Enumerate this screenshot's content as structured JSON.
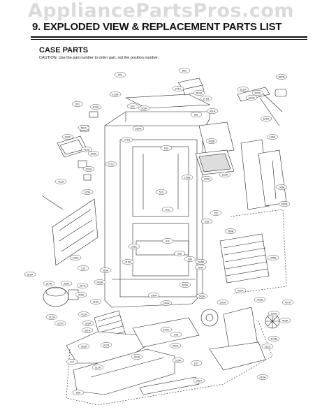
{
  "watermark": "AppliancePartsPros.com",
  "header": {
    "title": "9. EXPLODED VIEW & REPLACEMENT PARTS LIST",
    "section": "CASE PARTS",
    "caution": "CAUTION: Use the part number to order part, not the position number."
  },
  "callouts": [
    {
      "id": "601"
    },
    {
      "id": "603"
    },
    {
      "id": "687B"
    },
    {
      "id": "103B"
    },
    {
      "id": "604A"
    },
    {
      "id": "612A"
    },
    {
      "id": "271C"
    },
    {
      "id": "271B"
    },
    {
      "id": "620B"
    },
    {
      "id": "620C"
    },
    {
      "id": "620A"
    },
    {
      "id": "501"
    },
    {
      "id": "103A"
    },
    {
      "id": "602"
    },
    {
      "id": "520A"
    },
    {
      "id": "501F"
    },
    {
      "id": "610A"
    },
    {
      "id": "602"
    },
    {
      "id": "301A"
    },
    {
      "id": "126A"
    },
    {
      "id": "406C"
    },
    {
      "id": "271B"
    },
    {
      "id": "415D"
    },
    {
      "id": "606B"
    },
    {
      "id": "503A"
    },
    {
      "id": "500A"
    },
    {
      "id": "411A"
    },
    {
      "id": "271D"
    },
    {
      "id": "610"
    },
    {
      "id": "145B"
    },
    {
      "id": "135A"
    },
    {
      "id": "150A"
    },
    {
      "id": "515"
    },
    {
      "id": "145A"
    },
    {
      "id": "315A"
    },
    {
      "id": "511"
    },
    {
      "id": "252"
    },
    {
      "id": "280B"
    },
    {
      "id": "316"
    },
    {
      "id": "282B"
    },
    {
      "id": "208C"
    },
    {
      "id": "611"
    },
    {
      "id": "318"
    },
    {
      "id": "105A"
    },
    {
      "id": "315A"
    },
    {
      "id": "319"
    },
    {
      "id": "318A"
    },
    {
      "id": "606"
    },
    {
      "id": "606A"
    },
    {
      "id": "405B"
    },
    {
      "id": "315A"
    },
    {
      "id": "314A"
    },
    {
      "id": "305A"
    },
    {
      "id": "307A"
    },
    {
      "id": "409A"
    },
    {
      "id": "405A"
    },
    {
      "id": "290A"
    },
    {
      "id": "316A"
    },
    {
      "id": "312A"
    },
    {
      "id": "327A"
    },
    {
      "id": "411A"
    },
    {
      "id": "100A"
    },
    {
      "id": "321A"
    },
    {
      "id": "323A"
    },
    {
      "id": "240A"
    },
    {
      "id": "620A"
    },
    {
      "id": "502A"
    },
    {
      "id": "410A"
    },
    {
      "id": "620A"
    },
    {
      "id": "407A"
    },
    {
      "id": "403B"
    },
    {
      "id": "403A"
    },
    {
      "id": "202A"
    },
    {
      "id": "103C"
    },
    {
      "id": "315"
    },
    {
      "id": "317A"
    },
    {
      "id": "316A"
    },
    {
      "id": "310A"
    },
    {
      "id": "302A"
    },
    {
      "id": "303A"
    },
    {
      "id": "112C"
    },
    {
      "id": "103B"
    },
    {
      "id": "317"
    },
    {
      "id": "617"
    },
    {
      "id": "112A"
    },
    {
      "id": "600"
    },
    {
      "id": "281A"
    },
    {
      "id": "415A"
    }
  ]
}
